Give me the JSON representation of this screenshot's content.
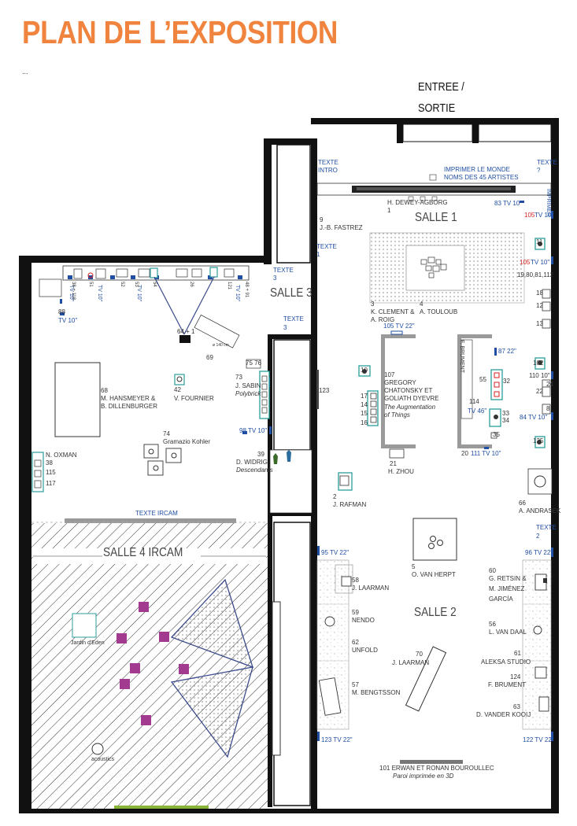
{
  "title": "PLAN DE L’EXPOSITION",
  "subtitle_dots": "...",
  "entrance": {
    "line1": "ENTREE /",
    "line2": "SORTIE"
  },
  "rooms": {
    "salle1": "SALLE 1",
    "salle2": "SALLE 2",
    "salle3": "SALLE 3",
    "salle4": "SALLE 4 IRCAM"
  },
  "texts": {
    "texte_intro_1": "TEXTE",
    "texte_intro_2": "INTRO",
    "texte_q_1": "TEXTE",
    "texte_q_2": "?",
    "imprimer_1": "IMPRIMER LE MONDE",
    "imprimer_2": "NOMS DES 45 ARTISTES",
    "texte_1a": "TEXTE",
    "texte_1b": "1",
    "texte_3a_1": "TEXTE",
    "texte_3a_2": "3",
    "texte_3b_1": "TEXTE",
    "texte_3b_2": "3",
    "texte_ircam": "TEXTE IRCAM",
    "texte_2a": "TEXTE",
    "texte_2b": "2",
    "imprimer_side": "IMPRIMER"
  },
  "artists": {
    "dewey_agborg": "H. DEWEY-AGBORG",
    "dewey_num": "1",
    "tv83": "83 TV 10\"",
    "fastrez_num": "9",
    "fastrez": "J.-B. FASTREZ",
    "tv105a_num": "105",
    "tv105a": "TV 10\"",
    "n11": "11",
    "tv105b_num": "105",
    "tv105b": "TV 10\"",
    "n19": "19,80,81,112",
    "n18": "18",
    "n12": "12",
    "n13": "13",
    "clement_num": "3",
    "clement_1": "K. CLEMENT &",
    "clement_2": "A. ROIG",
    "touloub_num": "4",
    "touloub": "A. TOULOUB",
    "tv105c": "105 TV 22\"",
    "brument_vert": "F. BRUMENT",
    "tv87": "87 22\"",
    "n102": "102",
    "tv110": "110 10\"",
    "n24": "24",
    "n22": "22",
    "n8": "8",
    "tv84": "84 TV 10\"",
    "n125": "125",
    "n10": "10",
    "chat_num": "107",
    "chat_1": "GREGORY",
    "chat_2": "CHATONSKY ET",
    "chat_3": "GOLIATH DYEVRE",
    "chat_4": "The Augmentation",
    "chat_5": "of Things",
    "n17": "17",
    "n14": "14",
    "n15": "15",
    "n16": "16",
    "n114": "114",
    "tv46": "TV 46\"",
    "n55": "55",
    "n32": "32",
    "n33": "33",
    "n34": "34",
    "n35": "35",
    "n20": "20",
    "tv111": "111 TV 10\"",
    "zhou_num": "21",
    "zhou": "H. ZHOU",
    "n123b": "123",
    "rafman_num": "2",
    "rafman": "J. RAFMAN",
    "andrasek_num": "66",
    "andrasek": "A. ANDRASEK",
    "n88": "88",
    "tv88": "TV 10\"",
    "tv_strip": [
      "TV 10\"",
      "TV 10\"",
      "TV 10\"",
      "TV 10\""
    ],
    "strip_nums": [
      "38 + 118",
      "51",
      "52",
      "53",
      "54",
      "26",
      "121",
      "48 + 91"
    ],
    "n64": "64 + 1",
    "n69": "69",
    "n140": "ø 140 cm",
    "n75_76": "75 76",
    "sabin_num": "73",
    "sabin": "J. SABIN",
    "sabin_work": "Polybrick",
    "tv98": "98 TV 10\"",
    "hansmeyer_num": "68",
    "hansmeyer_1": "M. HANSMEYER &",
    "hansmeyer_2": "B. DILLENBURGER",
    "fournier_num": "42",
    "fournier": "V. FOURNIER",
    "gramazio_num": "74",
    "gramazio": "Gramazio Kohler",
    "oxman": "N. OXMAN",
    "oxman_num": "38",
    "n115": "115",
    "n117": "117",
    "widrig_num": "39",
    "widrig": "D. WIDRIG",
    "widrig_work": "Descendants",
    "tv95": "95 TV 22\"",
    "tv96": "96 TV 22\"",
    "vanherpt_num": "5",
    "vanherpt": "O. VAN HERPT",
    "laarman58_num": "58",
    "laarman58": "J. LAARMAN",
    "nendo_num": "59",
    "nendo": "NENDO",
    "unfold_num": "62",
    "unfold": "UNFOLD",
    "bengtsson_num": "57",
    "bengtsson": "M. BENGTSSON",
    "laarman70_num": "70",
    "laarman70": "J. LAARMAN",
    "retsin_num": "60",
    "retsin_1": "G. RETSIN &",
    "retsin_2": "M. JIMÉNEZ",
    "retsin_3": "GARCÍA",
    "vandaal_num": "56",
    "vandaal": "L. VAN DAAL",
    "aleksa_num": "61",
    "aleksa": "ALEKSA STUDIO",
    "brument124_num": "124",
    "brument124": "F. BRUMENT",
    "vanderkooij_num": "63",
    "vanderkooij": "D. VANDER KOOIJ",
    "tv123": "123 TV 22\"",
    "tv122": "122 TV 22\"",
    "bourouillec": "101 ERWAN ET RONAN BOUROULLEC",
    "bourouillec_work": "Paroi imprimée en 3D",
    "jardin": "Jardin d'Eden",
    "acoustic": "acoustics"
  },
  "colors": {
    "accent": "#f0843f",
    "wall": "#111111",
    "blue_label": "#1f4ea3",
    "teal_box": "#2a9d9b",
    "magenta": "#a23a8f",
    "triangle": "#3a4a8a",
    "red_label": "#d42020"
  }
}
